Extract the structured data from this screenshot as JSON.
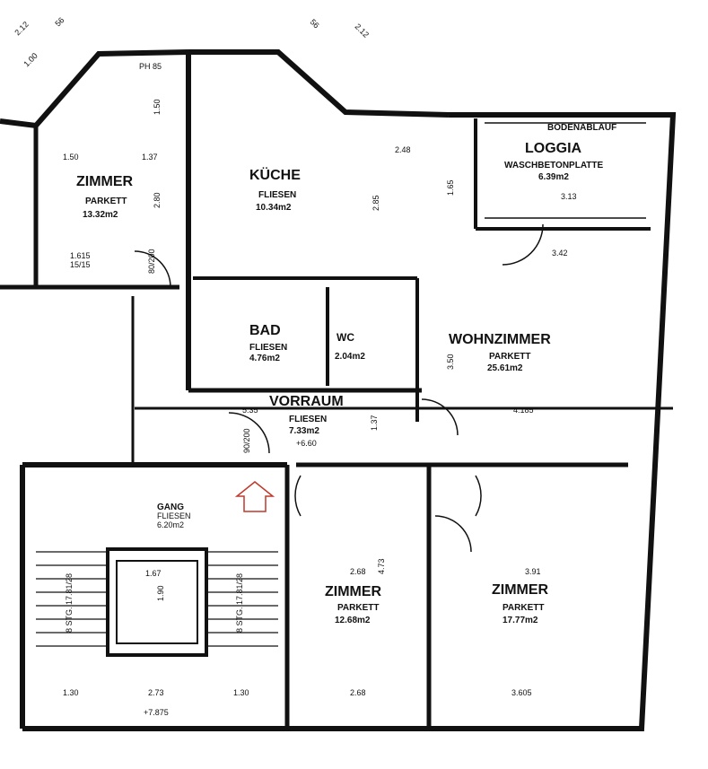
{
  "rooms": {
    "zimmer_nw": {
      "name": "ZIMMER",
      "floor": "PARKETT",
      "area": "13.32m2"
    },
    "kueche": {
      "name": "KÜCHE",
      "floor": "FLIESEN",
      "area": "10.34m2"
    },
    "loggia": {
      "name": "LOGGIA",
      "floor": "WASCHBETONPLATTE",
      "area": "6.39m2",
      "note": "BODENABLAUF"
    },
    "bad": {
      "name": "BAD",
      "floor": "FLIESEN",
      "area": "4.76m2"
    },
    "wc": {
      "name": "WC",
      "area": "2.04m2"
    },
    "wohnzimmer": {
      "name": "WOHNZIMMER",
      "floor": "PARKETT",
      "area": "25.61m2"
    },
    "vorraum": {
      "name": "VORRAUM",
      "floor": "FLIESEN",
      "area": "7.33m2",
      "level": "+6.60"
    },
    "gang": {
      "name": "GANG",
      "floor": "FLIESEN",
      "area": "6.20m2"
    },
    "zimmer_center": {
      "name": "ZIMMER",
      "floor": "PARKETT",
      "area": "12.68m2"
    },
    "zimmer_se": {
      "name": "ZIMMER",
      "floor": "PARKETT",
      "area": "17.77m2"
    }
  },
  "dimensions": {
    "d212a": "2.12",
    "d212b": "2.12",
    "d100": "1.00",
    "d56a": "56",
    "d56b": "56",
    "d150a": "1.50",
    "d150b": "1.50",
    "d137": "1.37",
    "d280": "2.80",
    "d285": "2.85",
    "d248": "2.48",
    "d165": "1.65",
    "d342": "3.42",
    "d350": "3.50",
    "d313": "3.13",
    "d535": "5.35",
    "d4185": "4.185",
    "d137b": "1.37",
    "d268a": "2.68",
    "d268b": "2.68",
    "d391": "3.91",
    "d473": "4.73",
    "d3605": "3.605",
    "d167": "1.67",
    "d190": "1.90",
    "d130a": "1.30",
    "d130b": "1.30",
    "d273": "2.73",
    "d7875": "+7.875",
    "d8020": "80/200",
    "d9020": "90/200",
    "d1555": "15/15",
    "d1615": "1.615",
    "stg1": "8 STG. 17.81/28",
    "stg2": "8 STG. 17.81/28"
  },
  "window_labels": {
    "ph85": "PH 85"
  },
  "annotations": {
    "arrow_hint": "entrance arrow"
  },
  "colors": {
    "line": "#111111",
    "arrow": "#c0392b",
    "paper": "#ffffff"
  }
}
